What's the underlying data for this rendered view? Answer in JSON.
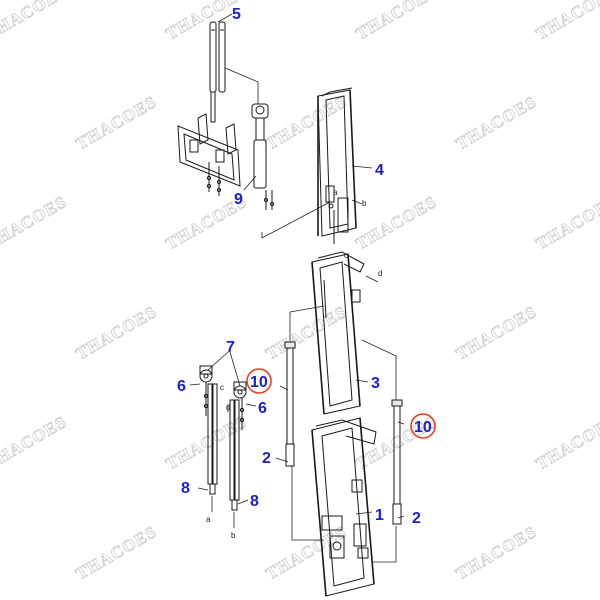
{
  "watermark": "THACOES",
  "parts": [
    {
      "id": "p5",
      "label": "5"
    },
    {
      "id": "p4",
      "label": "4"
    },
    {
      "id": "p9",
      "label": "9"
    },
    {
      "id": "p3",
      "label": "3"
    },
    {
      "id": "p7",
      "label": "7"
    },
    {
      "id": "p6a",
      "label": "6"
    },
    {
      "id": "p6b",
      "label": "6"
    },
    {
      "id": "p10a",
      "label": "10",
      "highlight": true
    },
    {
      "id": "p10b",
      "label": "10",
      "highlight": true
    },
    {
      "id": "p2a",
      "label": "2"
    },
    {
      "id": "p2b",
      "label": "2"
    },
    {
      "id": "p1",
      "label": "1"
    },
    {
      "id": "p8a",
      "label": "8"
    },
    {
      "id": "p8b",
      "label": "8"
    }
  ],
  "ref_letters": [
    "a",
    "b",
    "c",
    "d"
  ],
  "colors": {
    "label": "#1b22c8",
    "highlight": "#e8401e",
    "line": "#1a1a1a",
    "watermark": "#cfcfcf"
  }
}
